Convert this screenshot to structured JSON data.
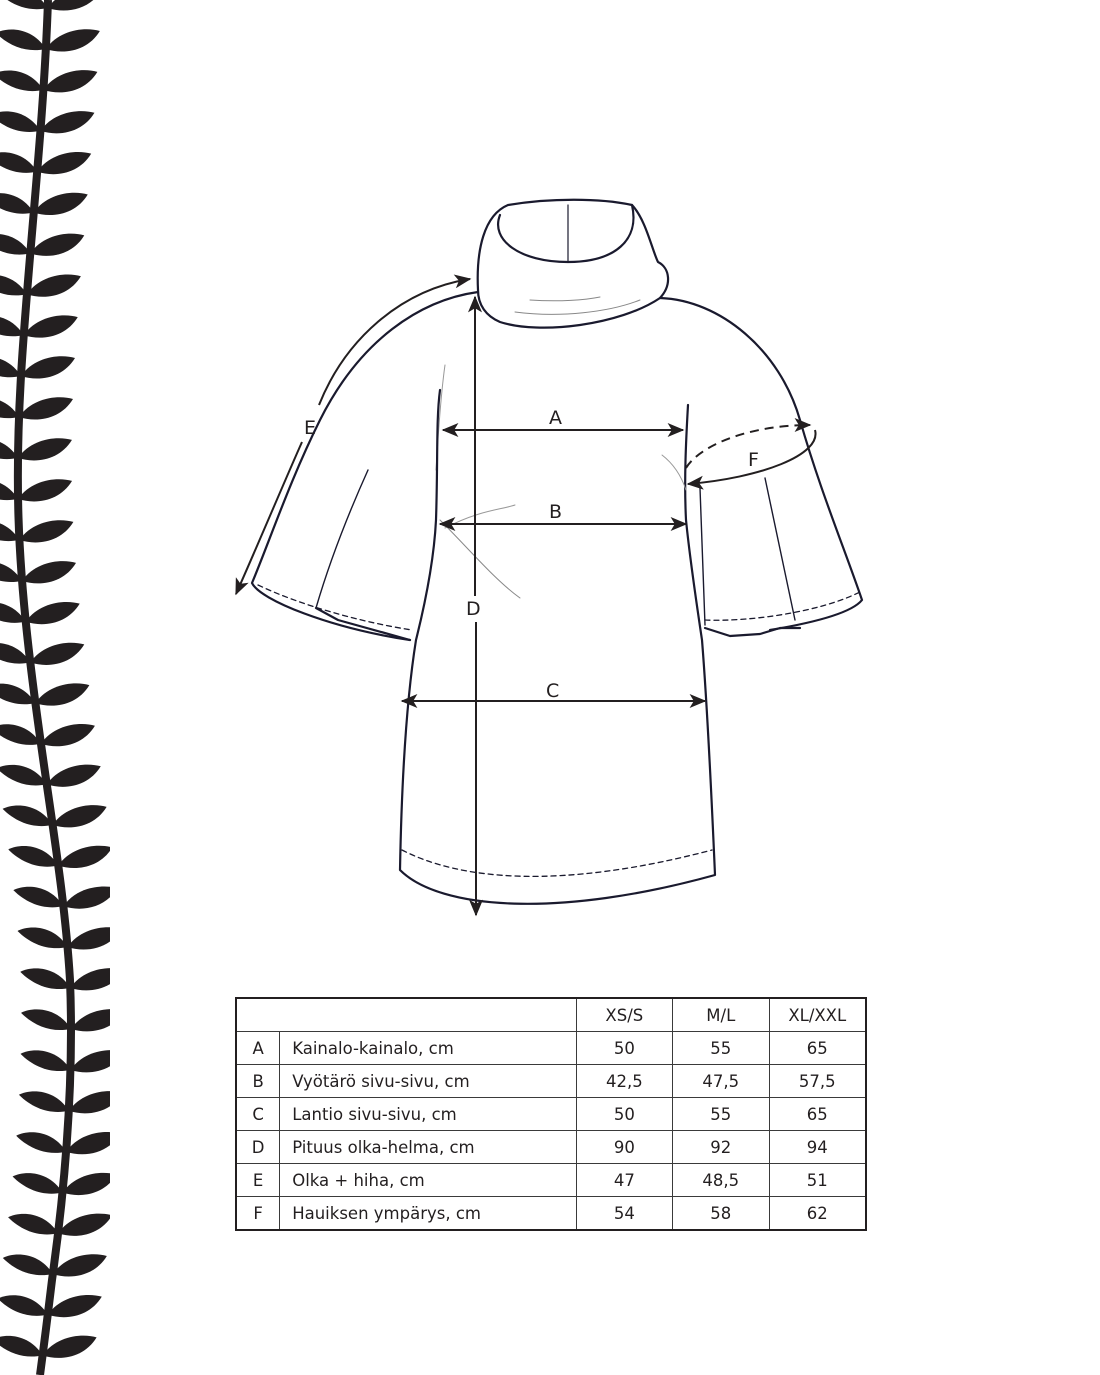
{
  "diagram": {
    "type": "garment-measurement-diagram",
    "garment": "turtleneck tunic dress with wide short sleeves",
    "measurement_labels": [
      {
        "code": "A",
        "meaning": "armpit to armpit (horizontal arrow at chest)"
      },
      {
        "code": "B",
        "meaning": "waist side to side (horizontal arrow)"
      },
      {
        "code": "C",
        "meaning": "hip side to side (horizontal arrow)"
      },
      {
        "code": "D",
        "meaning": "length shoulder to hem (vertical arrow)"
      },
      {
        "code": "E",
        "meaning": "shoulder + sleeve (curved arrow along left sleeve)"
      },
      {
        "code": "F",
        "meaning": "upper arm circumference (elliptical arrow on right sleeve)"
      }
    ],
    "decoration": "black leaf vine along left edge"
  },
  "table": {
    "headers": [
      "",
      "XS/S",
      "M/L",
      "XL/XXL"
    ],
    "rows": [
      {
        "code": "A",
        "label": "Kainalo-kainalo, cm",
        "values": [
          "50",
          "55",
          "65"
        ]
      },
      {
        "code": "B",
        "label": "Vyötärö sivu-sivu, cm",
        "values": [
          "42,5",
          "47,5",
          "57,5"
        ]
      },
      {
        "code": "C",
        "label": "Lantio sivu-sivu, cm",
        "values": [
          "50",
          "55",
          "65"
        ]
      },
      {
        "code": "D",
        "label": "Pituus olka-helma, cm",
        "values": [
          "90",
          "92",
          "94"
        ]
      },
      {
        "code": "E",
        "label": "Olka + hiha, cm",
        "values": [
          "47",
          "48,5",
          "51"
        ]
      },
      {
        "code": "F",
        "label": "Hauiksen ympärys, cm",
        "values": [
          "54",
          "58",
          "62"
        ]
      }
    ]
  },
  "colors": {
    "ink": "#231f20",
    "background": "#ffffff"
  }
}
